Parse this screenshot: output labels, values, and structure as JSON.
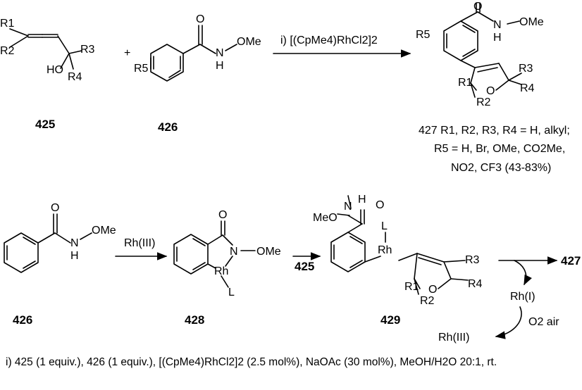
{
  "reaction_top": {
    "arrow_label": "i) [(CpMe4)RhCl2]2",
    "plus": "+",
    "allene": {
      "id": "425",
      "R1": "R1",
      "R2": "R2",
      "R3": "R3",
      "R4": "R4",
      "HO": "HO"
    },
    "amide": {
      "id": "426",
      "R5": "R5",
      "O": "O",
      "N_H": "N H",
      "OMe": "OMe"
    },
    "product": {
      "id": "427",
      "R5": "R5",
      "R1": "R1",
      "R2": "R2",
      "R3": "R3",
      "R4": "R4",
      "O": "O",
      "OMe": "OMe"
    },
    "product_description": [
      "427 R1, R2, R3, R4 = H, alkyl;",
      "R5 = H, Br, OMe, CO2Me,",
      "NO2, CF3 (43-83%)"
    ]
  },
  "mechanism": {
    "step1_label": "Rh(III)",
    "step2_label": "425",
    "compound_426": "426",
    "compound_428": "428",
    "compound_429": "429",
    "product": "427",
    "catalyst_reduced": "Rh(I)",
    "oxidant": "O2 air",
    "catalyst_regenerated": "Rh(III)",
    "ligand": "L",
    "rhodium": "Rh"
  },
  "conditions": "i) 425 (1 equiv.), 426 (1 equiv.), [(CpMe4)RhCl2]2 (2.5 mol%), NaOAc (30 mol%), MeOH/H2O 20:1, rt."
}
